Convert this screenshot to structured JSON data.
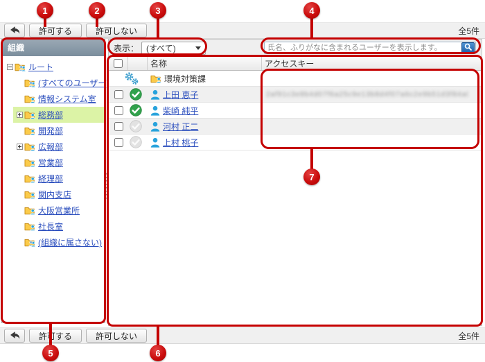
{
  "annotations": {
    "color": "#c40000",
    "callouts": [
      "1",
      "2",
      "3",
      "4",
      "5",
      "6",
      "7"
    ]
  },
  "toolbar": {
    "back_icon": "back-arrow-icon",
    "allow_label": "許可する",
    "deny_label": "許可しない",
    "count_label": "全5件"
  },
  "sidebar": {
    "title": "組織",
    "items": [
      {
        "label": "ルート",
        "icon": "org-folder-multi",
        "expander": "minus",
        "level": 0,
        "selected": false
      },
      {
        "label": "(すべてのユーザー)",
        "icon": "org-folder-multi",
        "expander": "none",
        "level": 1,
        "selected": false
      },
      {
        "label": "情報システム室",
        "icon": "org-folder",
        "expander": "none",
        "level": 1,
        "selected": false
      },
      {
        "label": "総務部",
        "icon": "org-folder",
        "expander": "plus",
        "level": 1,
        "selected": true
      },
      {
        "label": "開発部",
        "icon": "org-folder",
        "expander": "none",
        "level": 1,
        "selected": false
      },
      {
        "label": "広報部",
        "icon": "org-folder",
        "expander": "plus",
        "level": 1,
        "selected": false
      },
      {
        "label": "営業部",
        "icon": "org-folder",
        "expander": "none",
        "level": 1,
        "selected": false
      },
      {
        "label": "経理部",
        "icon": "org-folder",
        "expander": "none",
        "level": 1,
        "selected": false
      },
      {
        "label": "関内支店",
        "icon": "org-folder",
        "expander": "none",
        "level": 1,
        "selected": false
      },
      {
        "label": "大阪営業所",
        "icon": "org-folder",
        "expander": "none",
        "level": 1,
        "selected": false
      },
      {
        "label": "社長室",
        "icon": "org-folder",
        "expander": "none",
        "level": 1,
        "selected": false
      },
      {
        "label": "(組織に属さない)",
        "icon": "org-folder-multi",
        "expander": "none",
        "level": 1,
        "selected": false
      }
    ]
  },
  "filter": {
    "label": "表示：",
    "selected": "(すべて)"
  },
  "search": {
    "placeholder": "氏名、ふりがなに含まれるユーザーを表示します。",
    "icon": "magnifier-icon"
  },
  "table": {
    "columns": {
      "name": "名称",
      "access_key": "アクセスキー"
    },
    "rows": [
      {
        "type": "org",
        "name": "環境対策課",
        "icon": "org-folder",
        "leading_icon": "gears",
        "checkbox": false,
        "status": "none",
        "access_key": ""
      },
      {
        "type": "user",
        "name": "上田 恵子",
        "icon": "user",
        "checkbox": true,
        "status": "granted",
        "access_key_masked": "2af91c3e8b4d07f6a25c9e13b8d4f07a6c2e9b51d3f84a07"
      },
      {
        "type": "user",
        "name": "柴崎 純平",
        "icon": "user",
        "checkbox": true,
        "status": "granted",
        "access_key": ""
      },
      {
        "type": "user",
        "name": "河村 正二",
        "icon": "user",
        "checkbox": true,
        "status": "not-granted",
        "access_key": ""
      },
      {
        "type": "user",
        "name": "上村 桃子",
        "icon": "user",
        "checkbox": true,
        "status": "not-granted",
        "access_key": ""
      }
    ]
  }
}
